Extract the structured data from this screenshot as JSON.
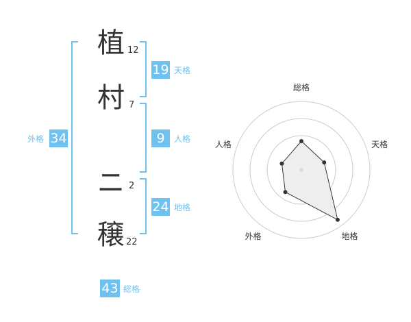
{
  "name_chars": [
    {
      "char": "植",
      "strokes": "12"
    },
    {
      "char": "村",
      "strokes": "7"
    },
    {
      "char": "ニ",
      "strokes": "2"
    },
    {
      "char": "穣",
      "strokes": "22"
    }
  ],
  "kakusu": {
    "tenkaku": {
      "value": "19",
      "label": "天格"
    },
    "jinkaku": {
      "value": "9",
      "label": "人格"
    },
    "chikaku": {
      "value": "24",
      "label": "地格"
    },
    "gaikaku": {
      "value": "34",
      "label": "外格"
    },
    "soukaku": {
      "value": "43",
      "label": "総格"
    }
  },
  "colors": {
    "accent": "#6fc1f0",
    "text": "#333333",
    "ring": "#cccccc",
    "fill": "#eeeeee"
  },
  "chart_data": {
    "type": "radar",
    "axes": [
      "総格",
      "天格",
      "地格",
      "外格",
      "人格"
    ],
    "values": [
      0.42,
      0.35,
      0.9,
      0.4,
      0.3
    ],
    "rings": 4,
    "max": 1
  }
}
